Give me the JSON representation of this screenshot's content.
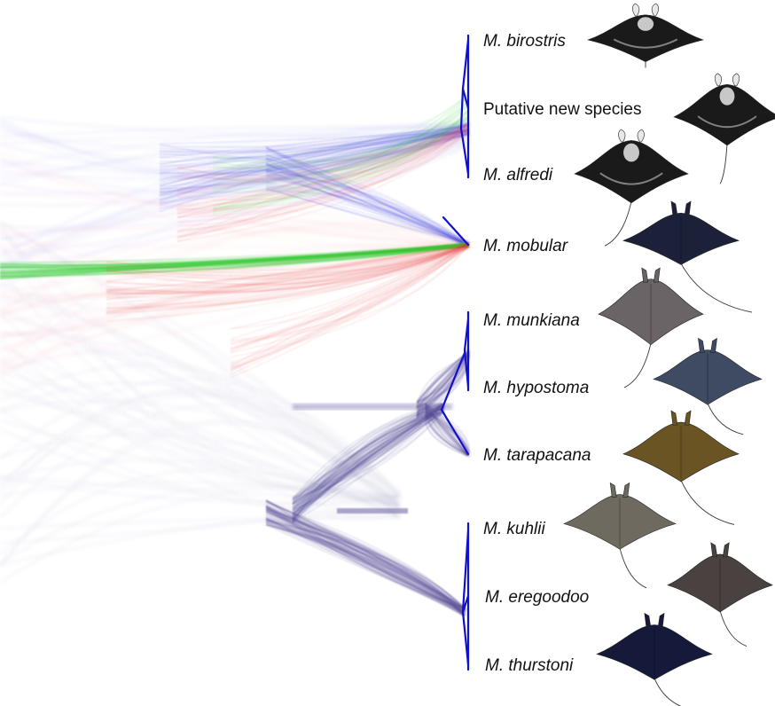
{
  "figure": {
    "colors": {
      "background": "#ffffff",
      "tree_blue": "#2a2ad6",
      "consensus_blue": "#1010cc",
      "tree_red": "#e23030",
      "tree_green": "#21c421",
      "tree_purple": "#4a3f8f",
      "ray_black": "#1a1a1a",
      "ray_navy": "#1c2038",
      "ray_grey": "#6b6466",
      "ray_slate": "#3f4a63",
      "ray_olive": "#6b5424",
      "ray_khaki": "#6e6a5f",
      "ray_brown": "#4a4240",
      "ray_darknavy": "#15193a",
      "ray_belly": "#e8e8e8"
    },
    "taxa": [
      {
        "label": "M. birostris",
        "italic": true,
        "icon": "manta-ray-icon"
      },
      {
        "label": "Putative new species",
        "italic": false,
        "icon": "manta-ray-icon"
      },
      {
        "label": "M. alfredi",
        "italic": true,
        "icon": "manta-ray-icon"
      },
      {
        "label": "M. mobular",
        "italic": true,
        "icon": "devil-ray-icon"
      },
      {
        "label": "M. munkiana",
        "italic": true,
        "icon": "devil-ray-icon"
      },
      {
        "label": "M. hypostoma",
        "italic": true,
        "icon": "devil-ray-icon"
      },
      {
        "label": "M. tarapacana",
        "italic": true,
        "icon": "devil-ray-icon"
      },
      {
        "label": "M. kuhlii",
        "italic": true,
        "icon": "devil-ray-icon"
      },
      {
        "label": "M. eregoodoo",
        "italic": true,
        "icon": "devil-ray-icon"
      },
      {
        "label": "M. thurstoni",
        "italic": true,
        "icon": "devil-ray-icon"
      }
    ]
  }
}
